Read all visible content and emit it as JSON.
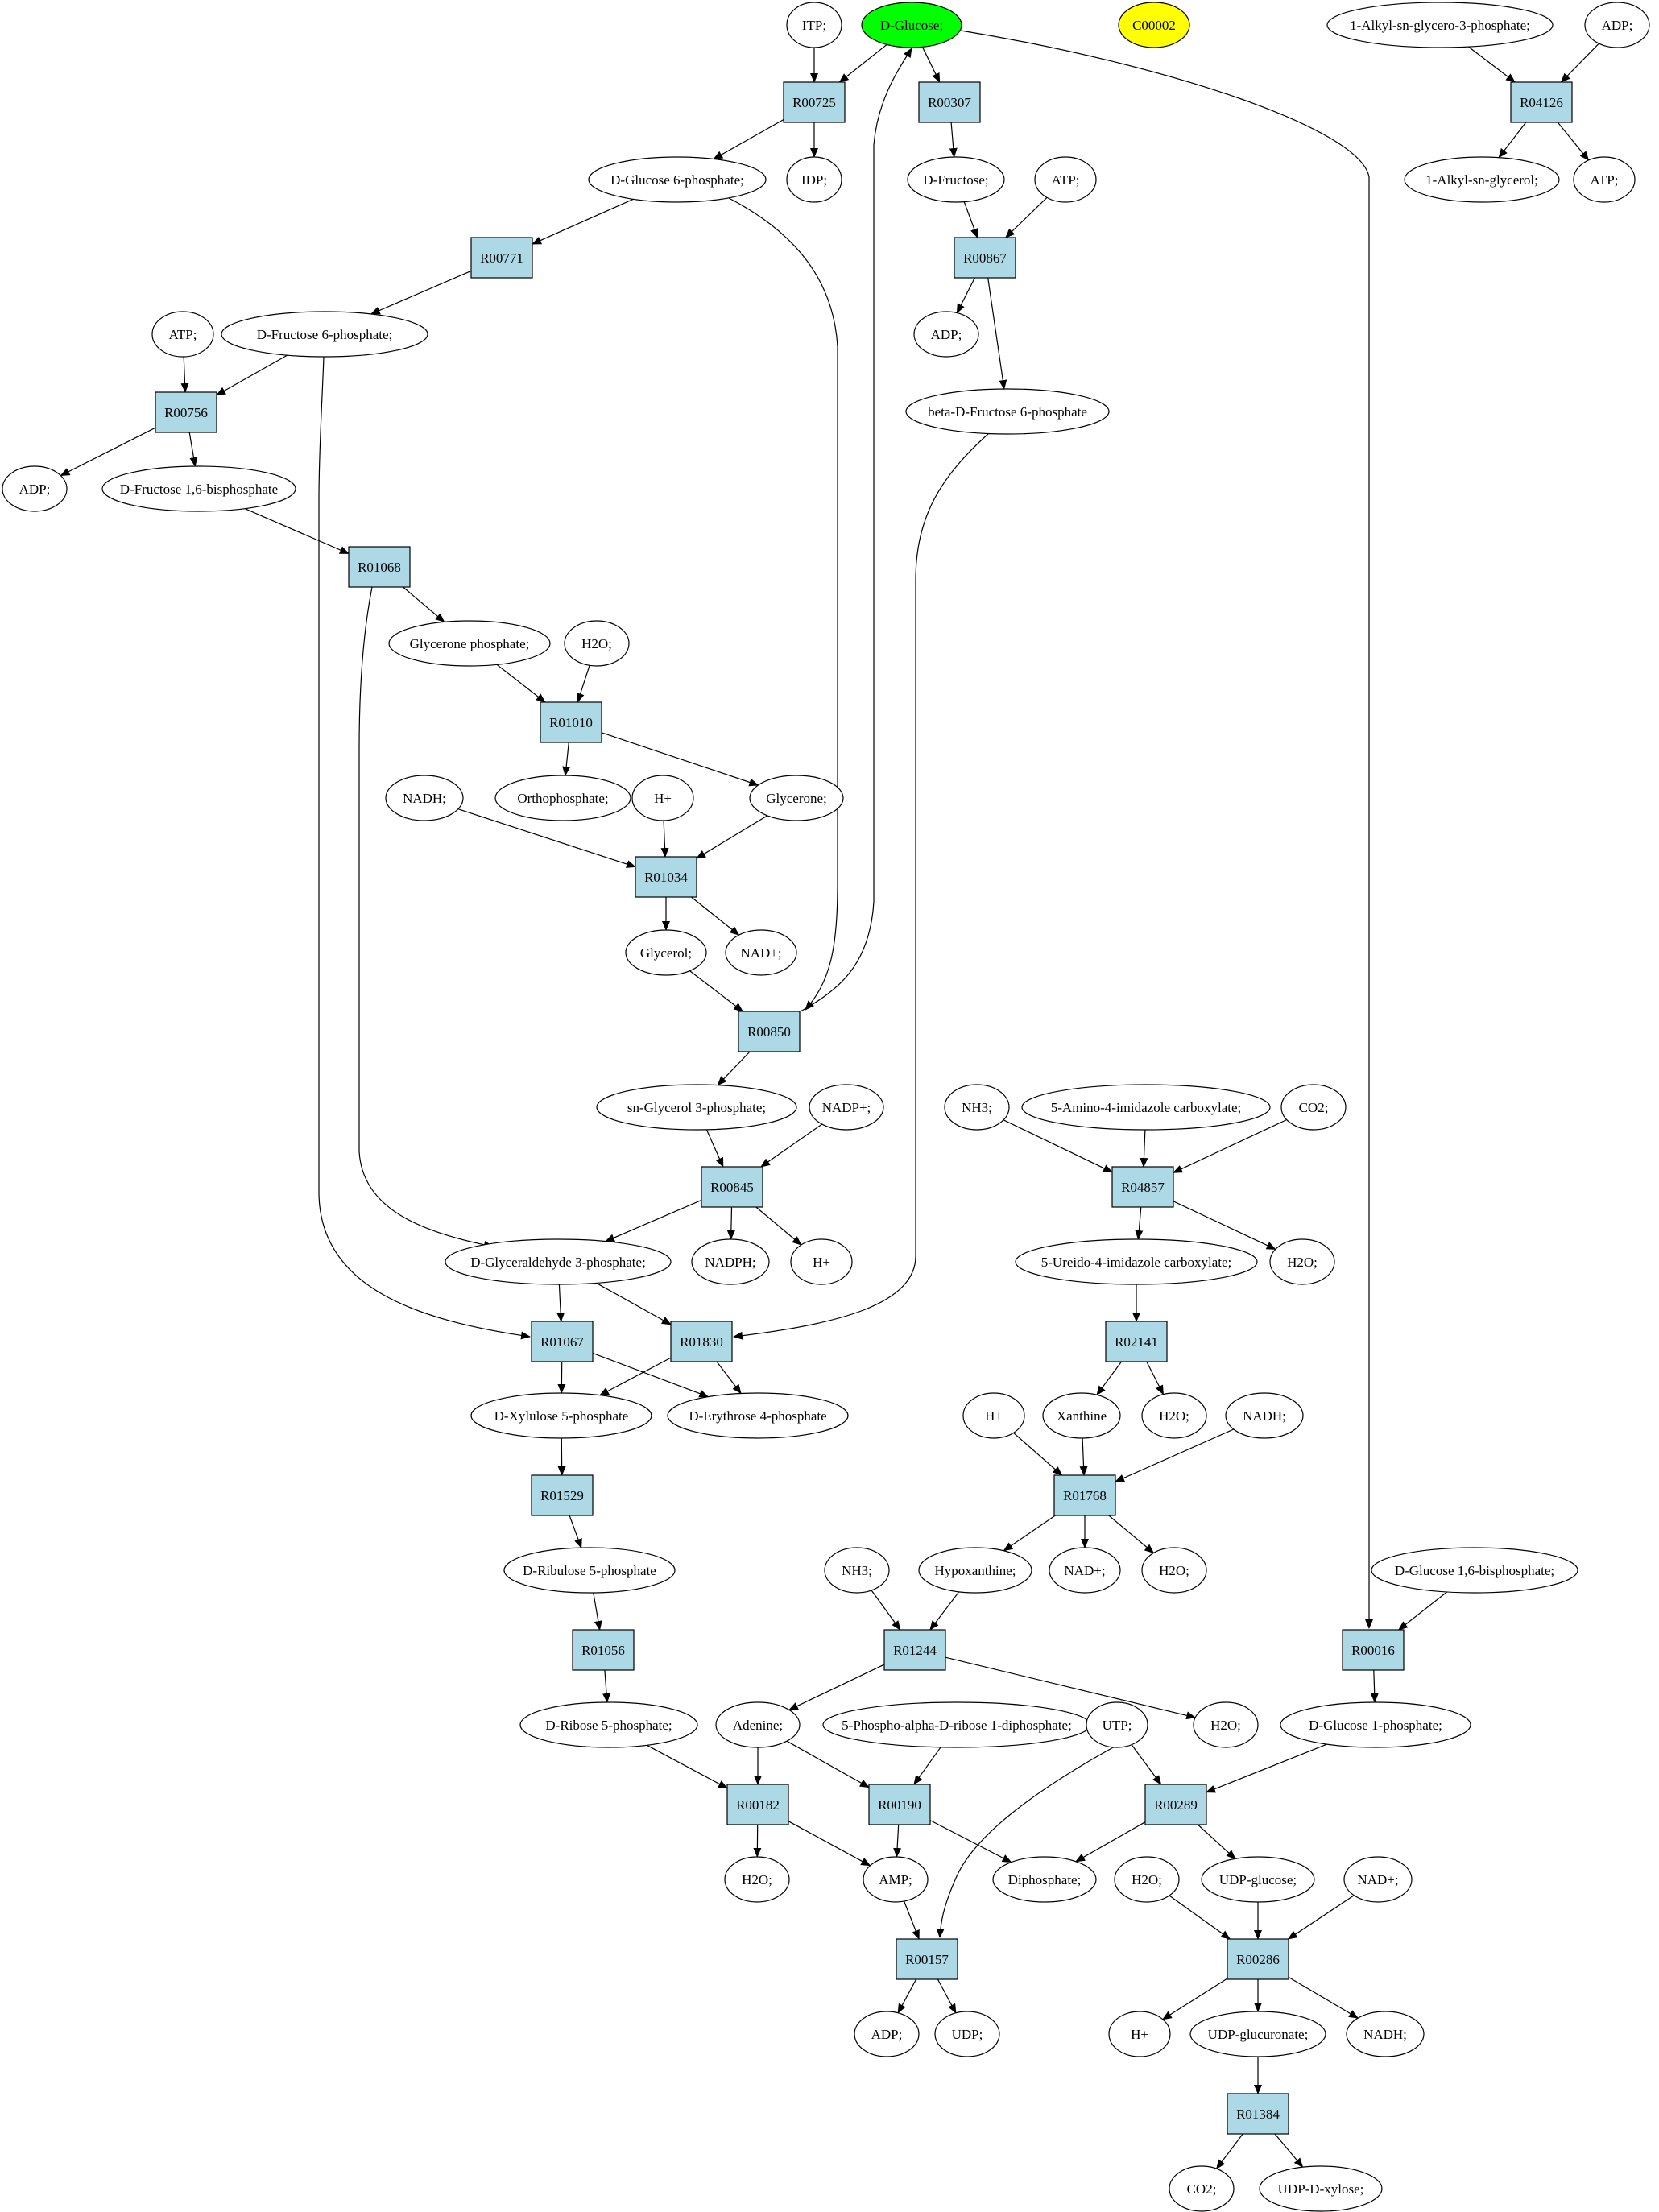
{
  "colors": {
    "background": "#ffffff",
    "reaction_fill": "#add8e6",
    "compound_fill": "#ffffff",
    "highlight_source": "#00ff00",
    "highlight_target": "#ffff00",
    "stroke": "#000000"
  },
  "reactions": [
    {
      "id": "R00725",
      "label": "R00725"
    },
    {
      "id": "R00307",
      "label": "R00307"
    },
    {
      "id": "R04126",
      "label": "R04126"
    },
    {
      "id": "R00771",
      "label": "R00771"
    },
    {
      "id": "R00867",
      "label": "R00867"
    },
    {
      "id": "R00756",
      "label": "R00756"
    },
    {
      "id": "R01068",
      "label": "R01068"
    },
    {
      "id": "R01010",
      "label": "R01010"
    },
    {
      "id": "R01034",
      "label": "R01034"
    },
    {
      "id": "R00850",
      "label": "R00850"
    },
    {
      "id": "R00845",
      "label": "R00845"
    },
    {
      "id": "R04857",
      "label": "R04857"
    },
    {
      "id": "R01067",
      "label": "R01067"
    },
    {
      "id": "R01830",
      "label": "R01830"
    },
    {
      "id": "R02141",
      "label": "R02141"
    },
    {
      "id": "R01529",
      "label": "R01529"
    },
    {
      "id": "R01768",
      "label": "R01768"
    },
    {
      "id": "R01056",
      "label": "R01056"
    },
    {
      "id": "R01244",
      "label": "R01244"
    },
    {
      "id": "R00016",
      "label": "R00016"
    },
    {
      "id": "R00182",
      "label": "R00182"
    },
    {
      "id": "R00190",
      "label": "R00190"
    },
    {
      "id": "R00289",
      "label": "R00289"
    },
    {
      "id": "R00157",
      "label": "R00157"
    },
    {
      "id": "R00286",
      "label": "R00286"
    },
    {
      "id": "R01384",
      "label": "R01384"
    }
  ],
  "compounds": [
    {
      "id": "itp",
      "label": "ITP;"
    },
    {
      "id": "dglucose",
      "label": "D-Glucose;",
      "highlight": "source"
    },
    {
      "id": "c00002",
      "label": "C00002",
      "highlight": "target"
    },
    {
      "id": "alkylglycero3p",
      "label": "1-Alkyl-sn-glycero-3-phosphate;"
    },
    {
      "id": "adp_r04126",
      "label": "ADP;"
    },
    {
      "id": "g6p",
      "label": "D-Glucose 6-phosphate;"
    },
    {
      "id": "idp",
      "label": "IDP;"
    },
    {
      "id": "dfructose",
      "label": "D-Fructose;"
    },
    {
      "id": "atp_r00867",
      "label": "ATP;"
    },
    {
      "id": "alkylglycerol",
      "label": "1-Alkyl-sn-glycerol;"
    },
    {
      "id": "atp_r04126",
      "label": "ATP;"
    },
    {
      "id": "atp_r00756",
      "label": "ATP;"
    },
    {
      "id": "f6p",
      "label": "D-Fructose 6-phosphate;"
    },
    {
      "id": "adp_r00867",
      "label": "ADP;"
    },
    {
      "id": "bdf6p",
      "label": "beta-D-Fructose 6-phosphate"
    },
    {
      "id": "adp_r00756",
      "label": "ADP;"
    },
    {
      "id": "f16bp",
      "label": "D-Fructose 1,6-bisphosphate"
    },
    {
      "id": "glyceronep",
      "label": "Glycerone phosphate;"
    },
    {
      "id": "h2o_r01010",
      "label": "H2O;"
    },
    {
      "id": "nadh_r01034",
      "label": "NADH;"
    },
    {
      "id": "orthophosphate",
      "label": "Orthophosphate;"
    },
    {
      "id": "hplus_r01034",
      "label": "H+"
    },
    {
      "id": "glycerone",
      "label": "Glycerone;"
    },
    {
      "id": "glycerol",
      "label": "Glycerol;"
    },
    {
      "id": "nadplus_r01034",
      "label": "NAD+;"
    },
    {
      "id": "snglycerol3p",
      "label": "sn-Glycerol 3-phosphate;"
    },
    {
      "id": "nadpplus",
      "label": "NADP+;"
    },
    {
      "id": "nh3_r04857",
      "label": "NH3;"
    },
    {
      "id": "aica",
      "label": "5-Amino-4-imidazole carboxylate;"
    },
    {
      "id": "co2_r04857",
      "label": "CO2;"
    },
    {
      "id": "g3p",
      "label": "D-Glyceraldehyde 3-phosphate;"
    },
    {
      "id": "nadph",
      "label": "NADPH;"
    },
    {
      "id": "hplus_r00845",
      "label": "H+"
    },
    {
      "id": "uica",
      "label": "5-Ureido-4-imidazole carboxylate;"
    },
    {
      "id": "h2o_r04857",
      "label": "H2O;"
    },
    {
      "id": "xu5p",
      "label": "D-Xylulose 5-phosphate"
    },
    {
      "id": "e4p",
      "label": "D-Erythrose 4-phosphate"
    },
    {
      "id": "hplus_r01768",
      "label": "H+"
    },
    {
      "id": "xanthine",
      "label": "Xanthine"
    },
    {
      "id": "h2o_r02141",
      "label": "H2O;"
    },
    {
      "id": "nadh_r01768",
      "label": "NADH;"
    },
    {
      "id": "ru5p",
      "label": "D-Ribulose 5-phosphate"
    },
    {
      "id": "nh3_r01244",
      "label": "NH3;"
    },
    {
      "id": "hypoxanthine",
      "label": "Hypoxanthine;"
    },
    {
      "id": "nadplus_r01768",
      "label": "NAD+;"
    },
    {
      "id": "h2o_r01768",
      "label": "H2O;"
    },
    {
      "id": "g16bp",
      "label": "D-Glucose 1,6-bisphosphate;"
    },
    {
      "id": "r5p",
      "label": "D-Ribose 5-phosphate;"
    },
    {
      "id": "adenine",
      "label": "Adenine;"
    },
    {
      "id": "prpp",
      "label": "5-Phospho-alpha-D-ribose 1-diphosphate;"
    },
    {
      "id": "utp",
      "label": "UTP;"
    },
    {
      "id": "h2o_r01244",
      "label": "H2O;"
    },
    {
      "id": "g1p",
      "label": "D-Glucose 1-phosphate;"
    },
    {
      "id": "h2o_r00182",
      "label": "H2O;"
    },
    {
      "id": "amp",
      "label": "AMP;"
    },
    {
      "id": "diphosphate",
      "label": "Diphosphate;"
    },
    {
      "id": "h2o_r00286",
      "label": "H2O;"
    },
    {
      "id": "udpglucose",
      "label": "UDP-glucose;"
    },
    {
      "id": "nadplus_r00286",
      "label": "NAD+;"
    },
    {
      "id": "adp_r00157",
      "label": "ADP;"
    },
    {
      "id": "udp",
      "label": "UDP;"
    },
    {
      "id": "hplus_r00286",
      "label": "H+"
    },
    {
      "id": "udpglucuronate",
      "label": "UDP-glucuronate;"
    },
    {
      "id": "nadh_r00286",
      "label": "NADH;"
    },
    {
      "id": "co2_r01384",
      "label": "CO2;"
    },
    {
      "id": "udpxylose",
      "label": "UDP-D-xylose;"
    }
  ],
  "edges": [
    [
      "itp",
      "R00725"
    ],
    [
      "dglucose",
      "R00725"
    ],
    [
      "R00725",
      "g6p"
    ],
    [
      "R00725",
      "idp"
    ],
    [
      "dglucose",
      "R00307"
    ],
    [
      "R00307",
      "dfructose"
    ],
    [
      "alkylglycero3p",
      "R04126"
    ],
    [
      "adp_r04126",
      "R04126"
    ],
    [
      "R04126",
      "alkylglycerol"
    ],
    [
      "R04126",
      "atp_r04126"
    ],
    [
      "g6p",
      "R00771"
    ],
    [
      "R00771",
      "f6p"
    ],
    [
      "g6p",
      "R00850"
    ],
    [
      "dfructose",
      "R00867"
    ],
    [
      "atp_r00867",
      "R00867"
    ],
    [
      "R00867",
      "adp_r00867"
    ],
    [
      "R00867",
      "bdf6p"
    ],
    [
      "atp_r00756",
      "R00756"
    ],
    [
      "f6p",
      "R00756"
    ],
    [
      "f6p",
      "R01067"
    ],
    [
      "R00756",
      "adp_r00756"
    ],
    [
      "R00756",
      "f16bp"
    ],
    [
      "bdf6p",
      "R01830"
    ],
    [
      "f16bp",
      "R01068"
    ],
    [
      "R01068",
      "glyceronep"
    ],
    [
      "R01068",
      "g3p"
    ],
    [
      "glyceronep",
      "R01010"
    ],
    [
      "h2o_r01010",
      "R01010"
    ],
    [
      "R01010",
      "orthophosphate"
    ],
    [
      "R01010",
      "glycerone"
    ],
    [
      "nadh_r01034",
      "R01034"
    ],
    [
      "hplus_r01034",
      "R01034"
    ],
    [
      "glycerone",
      "R01034"
    ],
    [
      "R01034",
      "glycerol"
    ],
    [
      "R01034",
      "nadplus_r01034"
    ],
    [
      "glycerol",
      "R00850"
    ],
    [
      "R00850",
      "dglucose"
    ],
    [
      "R00850",
      "snglycerol3p"
    ],
    [
      "snglycerol3p",
      "R00845"
    ],
    [
      "nadpplus",
      "R00845"
    ],
    [
      "R00845",
      "g3p"
    ],
    [
      "R00845",
      "nadph"
    ],
    [
      "R00845",
      "hplus_r00845"
    ],
    [
      "nh3_r04857",
      "R04857"
    ],
    [
      "aica",
      "R04857"
    ],
    [
      "co2_r04857",
      "R04857"
    ],
    [
      "R04857",
      "uica"
    ],
    [
      "R04857",
      "h2o_r04857"
    ],
    [
      "g3p",
      "R01067"
    ],
    [
      "g3p",
      "R01830"
    ],
    [
      "R01067",
      "xu5p"
    ],
    [
      "R01067",
      "e4p"
    ],
    [
      "R01830",
      "xu5p"
    ],
    [
      "R01830",
      "e4p"
    ],
    [
      "uica",
      "R02141"
    ],
    [
      "R02141",
      "xanthine"
    ],
    [
      "R02141",
      "h2o_r02141"
    ],
    [
      "xu5p",
      "R01529"
    ],
    [
      "R01529",
      "ru5p"
    ],
    [
      "hplus_r01768",
      "R01768"
    ],
    [
      "xanthine",
      "R01768"
    ],
    [
      "nadh_r01768",
      "R01768"
    ],
    [
      "R01768",
      "hypoxanthine"
    ],
    [
      "R01768",
      "nadplus_r01768"
    ],
    [
      "R01768",
      "h2o_r01768"
    ],
    [
      "ru5p",
      "R01056"
    ],
    [
      "R01056",
      "r5p"
    ],
    [
      "nh3_r01244",
      "R01244"
    ],
    [
      "hypoxanthine",
      "R01244"
    ],
    [
      "R01244",
      "adenine"
    ],
    [
      "R01244",
      "h2o_r01244"
    ],
    [
      "dglucose",
      "R00016"
    ],
    [
      "g16bp",
      "R00016"
    ],
    [
      "R00016",
      "g1p"
    ],
    [
      "r5p",
      "R00182"
    ],
    [
      "adenine",
      "R00182"
    ],
    [
      "R00182",
      "h2o_r00182"
    ],
    [
      "R00182",
      "amp"
    ],
    [
      "adenine",
      "R00190"
    ],
    [
      "prpp",
      "R00190"
    ],
    [
      "R00190",
      "amp"
    ],
    [
      "R00190",
      "diphosphate"
    ],
    [
      "utp",
      "R00289"
    ],
    [
      "g1p",
      "R00289"
    ],
    [
      "R00289",
      "diphosphate"
    ],
    [
      "R00289",
      "udpglucose"
    ],
    [
      "amp",
      "R00157"
    ],
    [
      "utp",
      "R00157"
    ],
    [
      "R00157",
      "adp_r00157"
    ],
    [
      "R00157",
      "udp"
    ],
    [
      "h2o_r00286",
      "R00286"
    ],
    [
      "udpglucose",
      "R00286"
    ],
    [
      "nadplus_r00286",
      "R00286"
    ],
    [
      "R00286",
      "hplus_r00286"
    ],
    [
      "R00286",
      "udpglucuronate"
    ],
    [
      "R00286",
      "nadh_r00286"
    ],
    [
      "udpglucuronate",
      "R01384"
    ],
    [
      "R01384",
      "co2_r01384"
    ],
    [
      "R01384",
      "udpxylose"
    ]
  ]
}
